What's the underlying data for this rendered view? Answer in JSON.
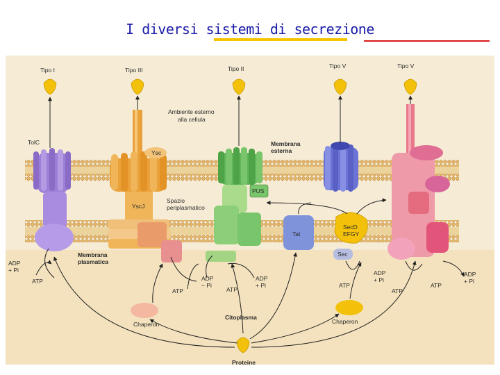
{
  "title": "I diversi sistemi di secrezione",
  "colors": {
    "title_text": "#1a1aa8",
    "title_underline_yellow": "#f5c400",
    "title_underline_red": "#d81818",
    "background": "#f6ecd6",
    "membrane": "#d9a657",
    "type1": "#9c7fd6",
    "type3": "#eaa13a",
    "type2": "#79c56b",
    "type5": "#6c73d6",
    "type4": "#e8798a",
    "protein": "#f3c10a"
  },
  "labels": {
    "tipo1": "Tipo I",
    "tipo3": "Tipo III",
    "tipo2": "Tipo II",
    "tipo5a": "Tipo V",
    "tipo5b": "Tipo  V",
    "tolc": "TolC",
    "ambiente1": "Ambiente esterno",
    "ambiente2": "alla cellula",
    "membrana_esterna1": "Membrana",
    "membrana_esterna2": "esterna",
    "ysc": "Ysc",
    "pus": "PUS",
    "yscj": "YscJ",
    "spazio1": "Spazio",
    "spazio2": "periplasmatico",
    "tat": "Tat",
    "secd1": "SecD",
    "secd2": "EFGY",
    "sec": "Sec",
    "membrana_plasmatica1": "Membrana",
    "membrana_plasmatica2": "plasmatica",
    "adp1": "ADP",
    "pi1": "+ Pi",
    "atp1": "ATP",
    "atp2": "ATP",
    "adp2": "ADP",
    "pi2": "− Pi",
    "atp3": "ATP",
    "adp3": "ADP",
    "pi3": "+ Pi",
    "atp4": "ATP",
    "adp4": "ADP",
    "pi4": "+ Pi",
    "atp5": "ATP",
    "atp6": "ATP",
    "adp5": "ADP",
    "pi5": "+ Pi",
    "chaperon1": "Chaperon",
    "chaperon2": "Chaperon",
    "citoplasma": "Citoplasma",
    "proteine": "Proteine"
  }
}
